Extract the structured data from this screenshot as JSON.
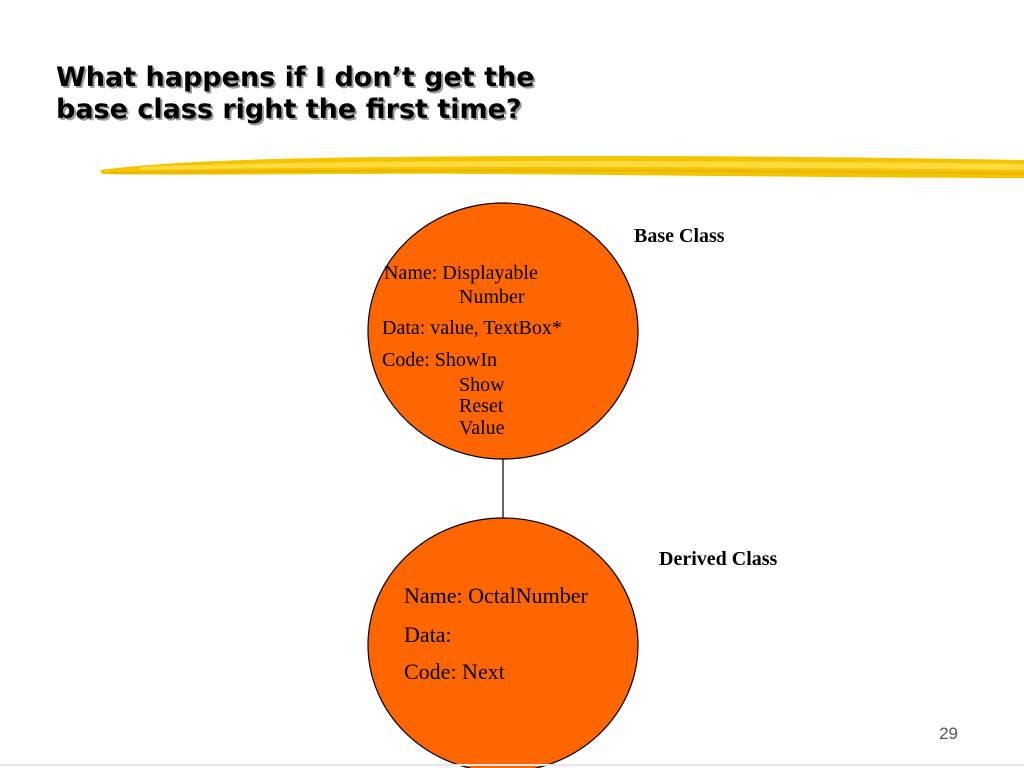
{
  "slide": {
    "title_lines": [
      "What happens if I don’t get the",
      "base class right the first time?"
    ],
    "page_number": "29"
  },
  "diagram": {
    "fill_color": "#ff6600",
    "base": {
      "label": "Base Class",
      "name": [
        "Name: Displayable",
        "Number"
      ],
      "data": "Data:   value, TextBox*",
      "code": [
        "Code:  ShowIn",
        "Show",
        "Reset",
        "Value"
      ]
    },
    "derived": {
      "label": "Derived Class",
      "name": "Name: OctalNumber",
      "data": "Data:",
      "code": "Code: Next"
    }
  }
}
